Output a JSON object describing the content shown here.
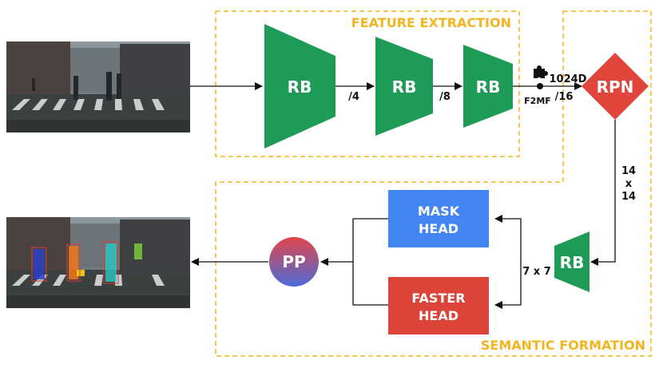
{
  "sections": {
    "feature_extraction": "FEATURE EXTRACTION",
    "semantic_formation": "SEMANTIC FORMATION"
  },
  "blocks": {
    "rb1": "RB",
    "rb2": "RB",
    "rb3": "RB",
    "rb4": "RB",
    "rpn": "RPN",
    "pp": "PP",
    "mask_head_line1": "MASK",
    "mask_head_line2": "HEAD",
    "faster_head_line1": "FASTER",
    "faster_head_line2": "HEAD"
  },
  "labels": {
    "scale_4": "/4",
    "scale_8": "/8",
    "scale_16": "/16",
    "dim_1024": "1024D",
    "f2mf": "F2MF",
    "roi_14_a": "14",
    "roi_x": "x",
    "roi_14_b": "14",
    "pool_7x7": "7 x 7"
  },
  "icons": {
    "f2mf": "puzzle-piece-icon"
  },
  "colors": {
    "rb_green": "#1e9b57",
    "rpn_red": "#e0463c",
    "mask_blue": "#4286f4",
    "faster_red": "#dc4439",
    "section_yellow": "#f3b51f",
    "pp_gradient_start": "#e3454a",
    "pp_gradient_end": "#4a6cd8"
  }
}
